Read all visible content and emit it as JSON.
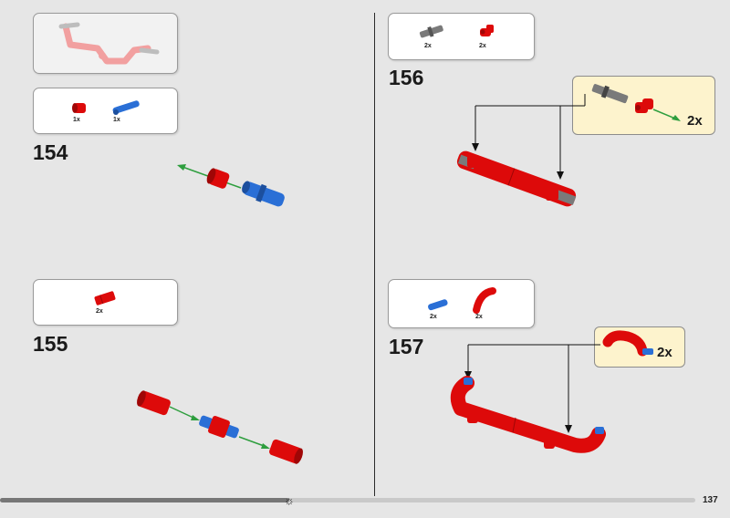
{
  "steps": {
    "s154": {
      "number": "154",
      "parts": [
        "1x",
        "1x"
      ]
    },
    "s155": {
      "number": "155",
      "parts": [
        "2x"
      ]
    },
    "s156": {
      "number": "156",
      "parts": [
        "2x",
        "2x"
      ],
      "callout_mult": "2x"
    },
    "s157": {
      "number": "157",
      "parts": [
        "2x",
        "2x"
      ],
      "callout_mult": "2x"
    }
  },
  "page": {
    "number": "137",
    "progress": 0.4
  },
  "colors": {
    "red": "#dd0a0a",
    "blue": "#2a6fd6",
    "grey": "#7a7a7a",
    "green": "#2e9e3e",
    "callout": "#fdf3cd"
  }
}
